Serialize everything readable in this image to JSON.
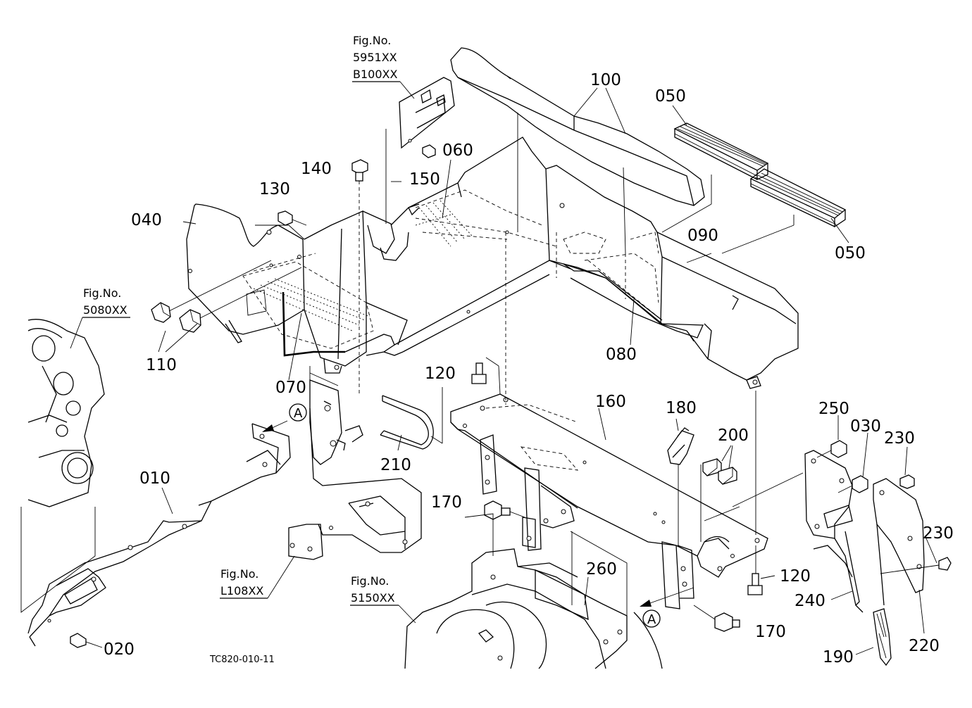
{
  "diagram": {
    "drawing_code": "TC820-010-11",
    "figure_refs": [
      {
        "id": "ref-5951",
        "line1": "Fig.No.",
        "line2": "5951XX",
        "line3": "B100XX"
      },
      {
        "id": "ref-5080",
        "line1": "Fig.No.",
        "line2": "5080XX"
      },
      {
        "id": "ref-L108",
        "line1": "Fig.No.",
        "line2": "L108XX"
      },
      {
        "id": "ref-5150",
        "line1": "Fig.No.",
        "line2": "5150XX"
      }
    ],
    "part_labels": [
      "010",
      "020",
      "030",
      "040",
      "050",
      "050",
      "060",
      "070",
      "080",
      "090",
      "100",
      "110",
      "120",
      "120",
      "130",
      "140",
      "150",
      "160",
      "170",
      "170",
      "180",
      "190",
      "200",
      "210",
      "220",
      "230",
      "230",
      "240",
      "250",
      "260"
    ],
    "view_marker": "A"
  }
}
